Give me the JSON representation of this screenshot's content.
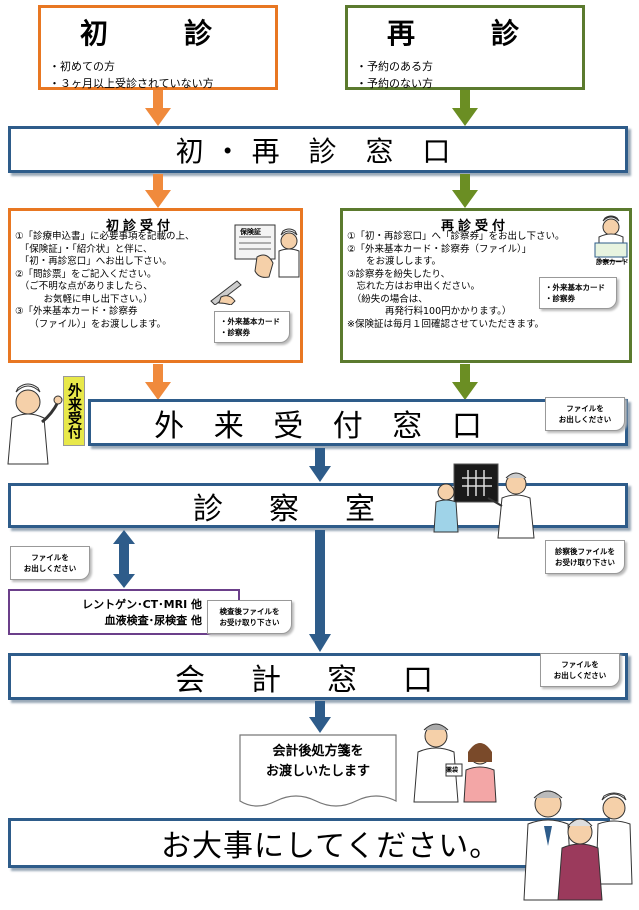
{
  "shoshin": {
    "title": "初　診",
    "bullets": [
      "・初めての方",
      "・３ヶ月以上受診されていない方"
    ]
  },
  "saishin": {
    "title": "再　診",
    "bullets": [
      "・予約のある方",
      "・予約のない方"
    ]
  },
  "window1": {
    "title": "初・再 診 窓 口"
  },
  "shoshin_uketsuke": {
    "title": "初診受付",
    "lines": [
      "①「診療申込書」に必要事項を記載の上、",
      "　「保険証」・「紹介状」と伴に、",
      "　「初・再診窓口」へお出し下さい。",
      "②「問診票」をご記入ください。",
      "　（ご不明な点がありましたら、",
      "　　　お気軽に申し出下さい。）",
      "③「外来基本カード・診察券",
      "　　（ファイル）」をお渡しします。"
    ],
    "card_label": "保険証",
    "note": [
      "・外来基本カード",
      "・診察券"
    ]
  },
  "saishin_uketsuke": {
    "title": "再診受付",
    "lines": [
      "①「初・再診窓口」へ「診察券」をお出し下さい。",
      "②「外来基本カード・診察券（ファイル）」",
      "　　をお渡しします。",
      "③診察券を紛失したり、",
      "　忘れた方はお申出ください。",
      "　（紛失の場合は、",
      "　　　　再発行料100円かかります。）",
      "※保険証は毎月１回確認させていただきます。"
    ],
    "card_label": "診察カード",
    "note": [
      "・外来基本カード",
      "・診察券"
    ]
  },
  "gairai": {
    "title": "外 来 受 付 窓 口",
    "sign": "外来受付",
    "note": [
      "ファイルを",
      "お出しください"
    ]
  },
  "shinsatsu": {
    "title": "診　察　室",
    "note": [
      "診察後ファイルを",
      "お受け取り下さい"
    ]
  },
  "kensa": {
    "note_left": [
      "ファイルを",
      "お出しください"
    ],
    "lines": [
      "レントゲン･CT･MRI 他",
      "血液検査･尿検査 他"
    ],
    "note_right": [
      "検査後ファイルを",
      "お受け取り下さい"
    ]
  },
  "kaikei": {
    "title": "会　計　窓　口",
    "note": [
      "ファイルを",
      "お出しください"
    ]
  },
  "shohosen": {
    "lines": [
      "会計後処方箋を",
      "お渡しいたします"
    ],
    "paper_label": "薬袋"
  },
  "footer": {
    "message": "お大事にしてください。"
  },
  "colors": {
    "orange": "#E87722",
    "green": "#5B7A2E",
    "blue": "#2E5C8A"
  }
}
